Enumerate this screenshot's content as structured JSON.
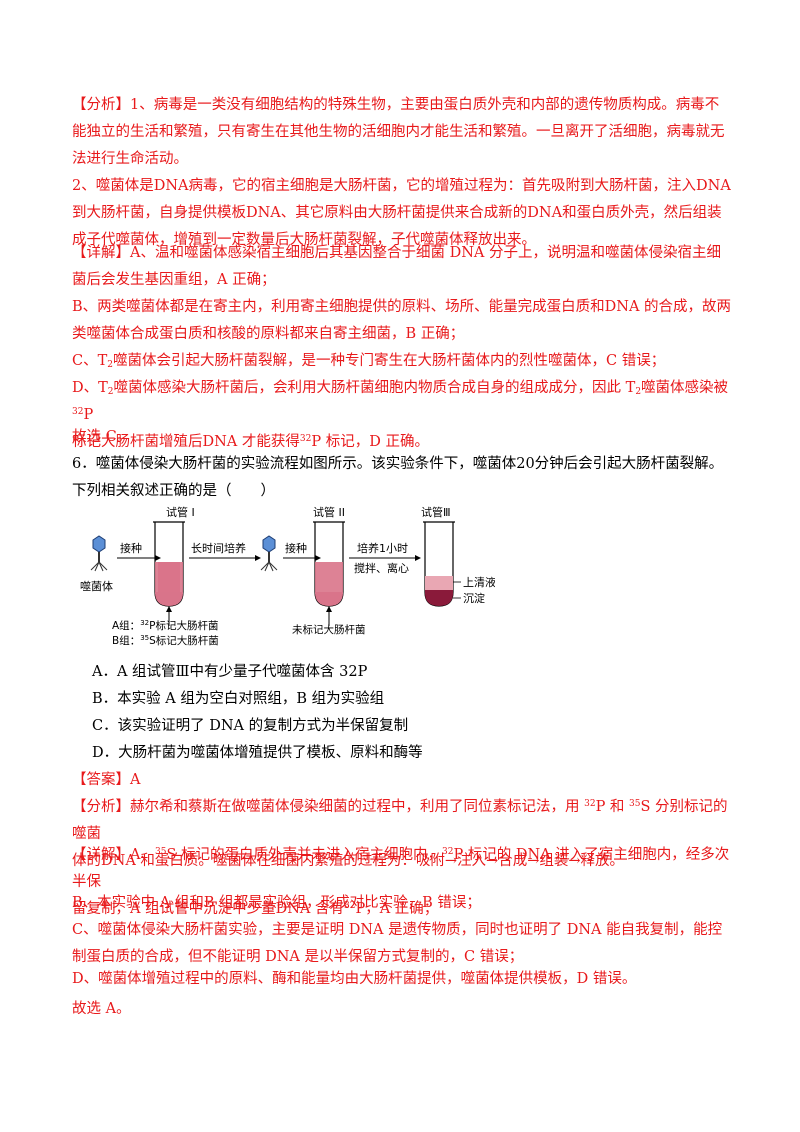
{
  "analysis1": {
    "tag": "【分析】",
    "p1": "1、病毒是一类没有细胞结构的特殊生物，主要由蛋白质外壳和内部的遗传物质构成。病毒不能独立的生活和繁殖，只有寄生在其他生物的活细胞内才能生活和繁殖。一旦离开了活细胞，病毒就无法进行生命活动。",
    "p2": "2、噬菌体是DNA病毒，它的宿主细胞是大肠杆菌，它的增殖过程为：首先吸附到大肠杆菌，注入DNA到大肠杆菌，自身提供模板DNA、其它原料由大肠杆菌提供来合成新的DNA和蛋白质外壳，然后组装成子代噬菌体，增殖到一定数量后大肠杆菌裂解，子代噬菌体释放出来。"
  },
  "detail1": {
    "tag": "【详解】",
    "a": "A、温和噬菌体感染宿主细胞后其基因整合于细菌 DNA 分子上，说明温和噬菌体侵染宿主细菌后会发生基因重组，A 正确；",
    "b": "B、两类噬菌体都是在寄主内，利用寄主细胞提供的原料、场所、能量完成蛋白质和DNA 的合成，故两类噬菌体合成蛋白质和核酸的原料都来自寄主细菌，B 正确；",
    "c1": "C、T",
    "c_sub": "2",
    "c2": "噬菌体会引起大肠杆菌裂解，是一种专门寄生在大肠杆菌体内的烈性噬菌体，C 错误；",
    "d1": "D、T",
    "d_sub": "2",
    "d2": "噬菌体感染大肠杆菌后，会利用大肠杆菌细胞内物质合成自身的组成成分，因此 T",
    "d_sub2": "2",
    "d3": "噬菌体感染被",
    "d_sup": "32",
    "d4": "P",
    "d5": "标记大肠杆菌增殖后DNA 才能获得",
    "d_sup2": "32",
    "d6": "P 标记，D 正确。",
    "conclusion": "故选 C。"
  },
  "question": {
    "text": "6．噬菌体侵染大肠杆菌的实验流程如图所示。该实验条件下，噬菌体20分钟后会引起大肠杆菌裂解。下列相关叙述正确的是（　　）",
    "options": [
      "A．A 组试管Ⅲ中有少量子代噬菌体含 32P",
      "B．本实验 A 组为空白对照组，B 组为实验组",
      "C．该实验证明了 DNA 的复制方式为半保留复制",
      "D．大肠杆菌为噬菌体增殖提供了模板、原料和酶等"
    ]
  },
  "diagram": {
    "tube1": "试管 I",
    "tube2": "试管 II",
    "tube3": "试管Ⅲ",
    "phage": "噬菌体",
    "inoculate": "接种",
    "long_culture": "长时间培养",
    "culture_1h": "培养1小时",
    "stir_centrifuge": "搅拌、离心",
    "supernatant": "上清液",
    "precipitate": "沉淀",
    "groupA_pre": "A组：",
    "groupA_sup": "32",
    "groupA_post": "P标记大肠杆菌",
    "groupB_pre": "B组：",
    "groupB_sup": "35",
    "groupB_post": "S标记大肠杆菌",
    "unlabeled": "未标记大肠杆菌",
    "colors": {
      "liquid": "#d9748a",
      "sediment": "#8a1a3a",
      "supernatant3": "#e9a7b3"
    }
  },
  "answer": {
    "tag": "【答案】",
    "value": "A"
  },
  "analysis2": {
    "tag": "【分析】",
    "t1": "赫尔希和蔡斯在做噬菌体侵染细菌的过程中，利用了同位素标记法，用 ",
    "sup1": "32",
    "t2": "P 和 ",
    "sup2": "35",
    "t3": "S 分别标记的噬菌",
    "t4": "体的DNA 和蛋白质。噬菌体在细菌内繁殖的过程为：吸附→注入→合成→组装→释放。"
  },
  "detail2": {
    "tag": "【详解】",
    "a1": "A、",
    "a_sup1": "35",
    "a2": "S 标记的蛋白质外壳并未进入宿主细胞内，",
    "a_sup2": "32",
    "a3": "P 标记的 DNA 进入了宿主细胞内，经多次半保",
    "a4": "留复制，A 组试管中沉淀中少量DNA 含有",
    "a_sup3": "32",
    "a5": "P，A 正确；",
    "b": "B、本实验中 A 组和B 组都是实验组，形成对比实验，B 错误；",
    "c": "C、噬菌体侵染大肠杆菌实验，主要是证明 DNA 是遗传物质，同时也证明了 DNA 能自我复制，能控制蛋白质的合成，但不能证明 DNA 是以半保留方式复制的，C 错误；",
    "d": "D、噬菌体增殖过程中的原料、酶和能量均由大肠杆菌提供，噬菌体提供模板，D 错误。",
    "conclusion": "故选 A。"
  }
}
